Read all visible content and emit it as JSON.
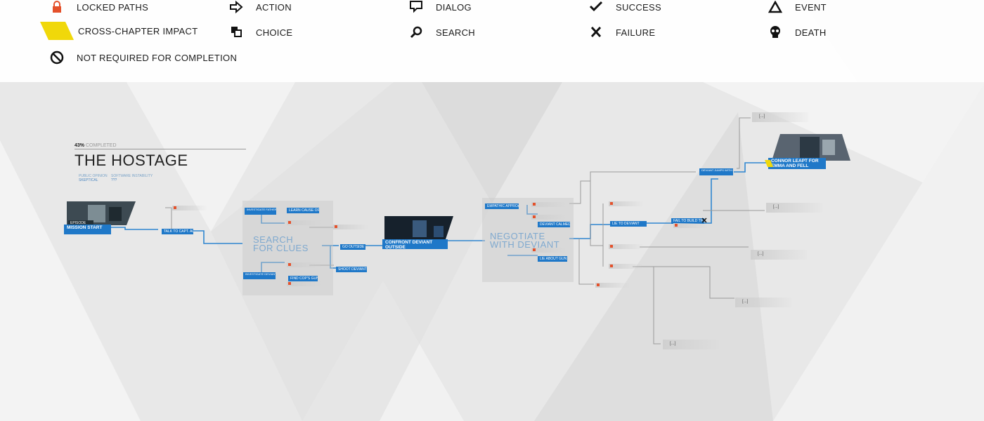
{
  "legend": {
    "items": [
      {
        "icon": "lock-icon",
        "label": "LOCKED PATHS",
        "color": "#e4512b"
      },
      {
        "icon": "arrow-right-icon",
        "label": "ACTION"
      },
      {
        "icon": "speech-bubble-icon",
        "label": "DIALOG"
      },
      {
        "icon": "checkmark-icon",
        "label": "SUCCESS"
      },
      {
        "icon": "triangle-icon",
        "label": "EVENT"
      },
      {
        "icon": "parallelogram-icon",
        "label": "CROSS-CHAPTER IMPACT",
        "color": "#f0d80a"
      },
      {
        "icon": "choice-icon",
        "label": "CHOICE"
      },
      {
        "icon": "magnifier-icon",
        "label": "SEARCH"
      },
      {
        "icon": "cross-icon",
        "label": "FAILURE"
      },
      {
        "icon": "skull-icon",
        "label": "DEATH"
      },
      {
        "icon": "prohibited-icon",
        "label": "NOT REQUIRED FOR COMPLETION"
      }
    ]
  },
  "chapter": {
    "percent": "43%",
    "completed_label": "COMPLETED",
    "title": "THE HOSTAGE",
    "public_opinion_label": "PUBLIC OPINION",
    "public_opinion_value": "SKEPTICAL",
    "software_label": "SOFTWARE INSTABILITY",
    "software_value": "???"
  },
  "flow": {
    "mission_start": "MISSION START",
    "mission_start_tag": "EPISODE",
    "talk_to_capt": "TALK TO CAPT. ALLEN",
    "search_label": "SEARCH FOR CLUES",
    "investigate_body": "INVESTIGATE FATHER'S BODY",
    "learn_cause": "LEARN CAUSE OF INCIDENT",
    "investigate_deviant": "INVESTIGATE DEVIANT'S ROOM",
    "find_cop_gun": "FIND COP'S GUN",
    "go_outside": "GO OUTSIDE",
    "shoot_deviant": "SHOOT DEVIANT",
    "confront": "CONFRONT DEVIANT OUTSIDE",
    "negotiate_label": "NEGOTIATE WITH DEVIANT",
    "empathic": "EMPATHIC APPROACH",
    "deviant_calm": "DEVIANT CALMED DOWN",
    "lie_about": "LIE ABOUT GUN",
    "lie_to_deviant": "LIE TO DEVIANT",
    "fail_trust": "FAIL TO BUILD TRUST",
    "deviant_jumps": "DEVIANT JUMPS WITH EMMA",
    "ending": "CONNOR LEAPT FOR EMMA AND FELL",
    "unknown": "[...]"
  },
  "colors": {
    "accent": "#1f78c8",
    "lock": "#e4512b",
    "highlight": "#f0d80a"
  }
}
